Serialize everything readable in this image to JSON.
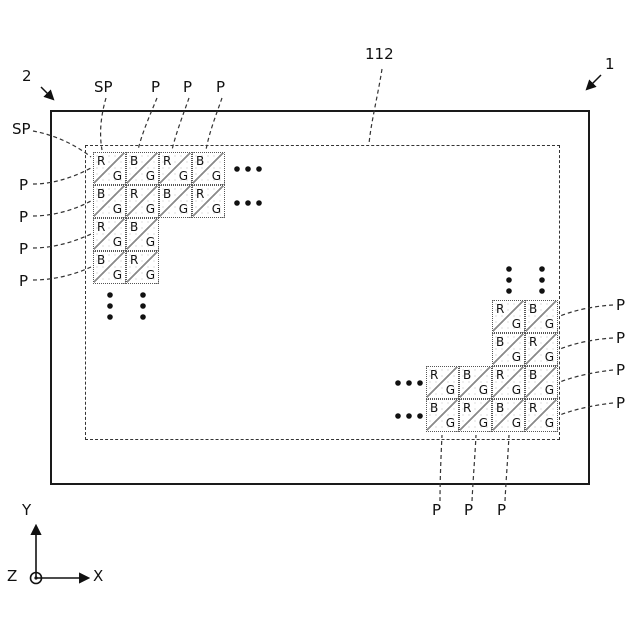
{
  "refs": {
    "one": "1",
    "two": "2",
    "region": "112"
  },
  "labels": {
    "sp": "SP",
    "p": "P"
  },
  "axes": {
    "x": "X",
    "y": "Y",
    "z": "Z"
  },
  "clusters": {
    "top_left": {
      "secondary": "G",
      "rows": [
        [
          "R",
          "B",
          "R",
          "B"
        ],
        [
          "B",
          "R",
          "B",
          "R"
        ],
        [
          "R",
          "B",
          null,
          null
        ],
        [
          "B",
          "R",
          null,
          null
        ]
      ]
    },
    "bottom_right": {
      "secondary": "G",
      "rows": [
        [
          null,
          null,
          "R",
          "B"
        ],
        [
          null,
          null,
          "B",
          "R"
        ],
        [
          "R",
          "B",
          "R",
          "B"
        ],
        [
          "B",
          "R",
          "B",
          "R"
        ]
      ]
    }
  },
  "colors": {
    "ink": "#1a1a1a",
    "background": "#ffffff"
  }
}
